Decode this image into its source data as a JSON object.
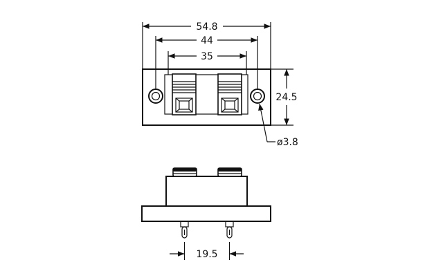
{
  "dimensions": {
    "overall_width": "54.8",
    "hole_spacing": "44",
    "terminal_spacing": "35",
    "height": "24.5",
    "hole_diameter": "ø3.8",
    "pin_spacing": "19.5"
  },
  "colors": {
    "line": "#111111",
    "background": "#ffffff"
  }
}
